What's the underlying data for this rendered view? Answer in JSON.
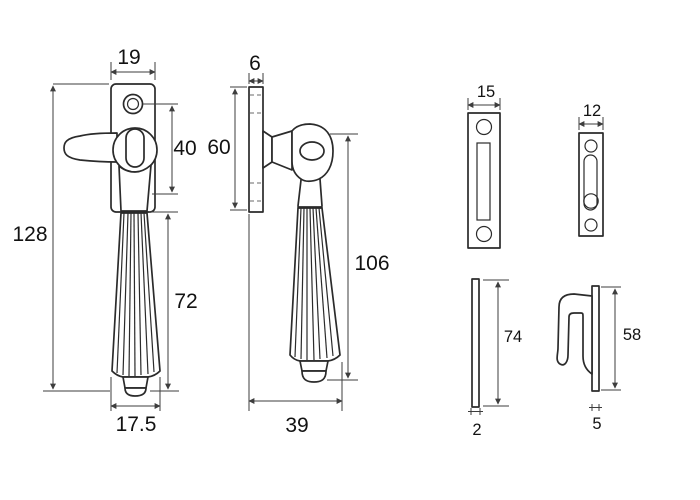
{
  "drawing": {
    "line_color": "#2b2b2b",
    "dimension_line_color": "#3d3d3d",
    "background_color": "#ffffff",
    "figures": {
      "front": {
        "dims": {
          "plate_width": "19",
          "spindle_offset": "40",
          "overall_height": "128",
          "handle_drop": "72",
          "knob_width": "17.5"
        }
      },
      "side": {
        "dims": {
          "plate_thickness": "6",
          "plate_height": "60",
          "handle_length": "106",
          "projection": "39"
        }
      },
      "mortise_plate": {
        "dims": {
          "width": "15"
        }
      },
      "slide_plate": {
        "dims": {
          "width": "12"
        }
      },
      "flat_keep": {
        "dims": {
          "height": "74",
          "thickness": "2"
        }
      },
      "hook_keep": {
        "dims": {
          "height": "58",
          "thickness": "5"
        }
      }
    }
  }
}
